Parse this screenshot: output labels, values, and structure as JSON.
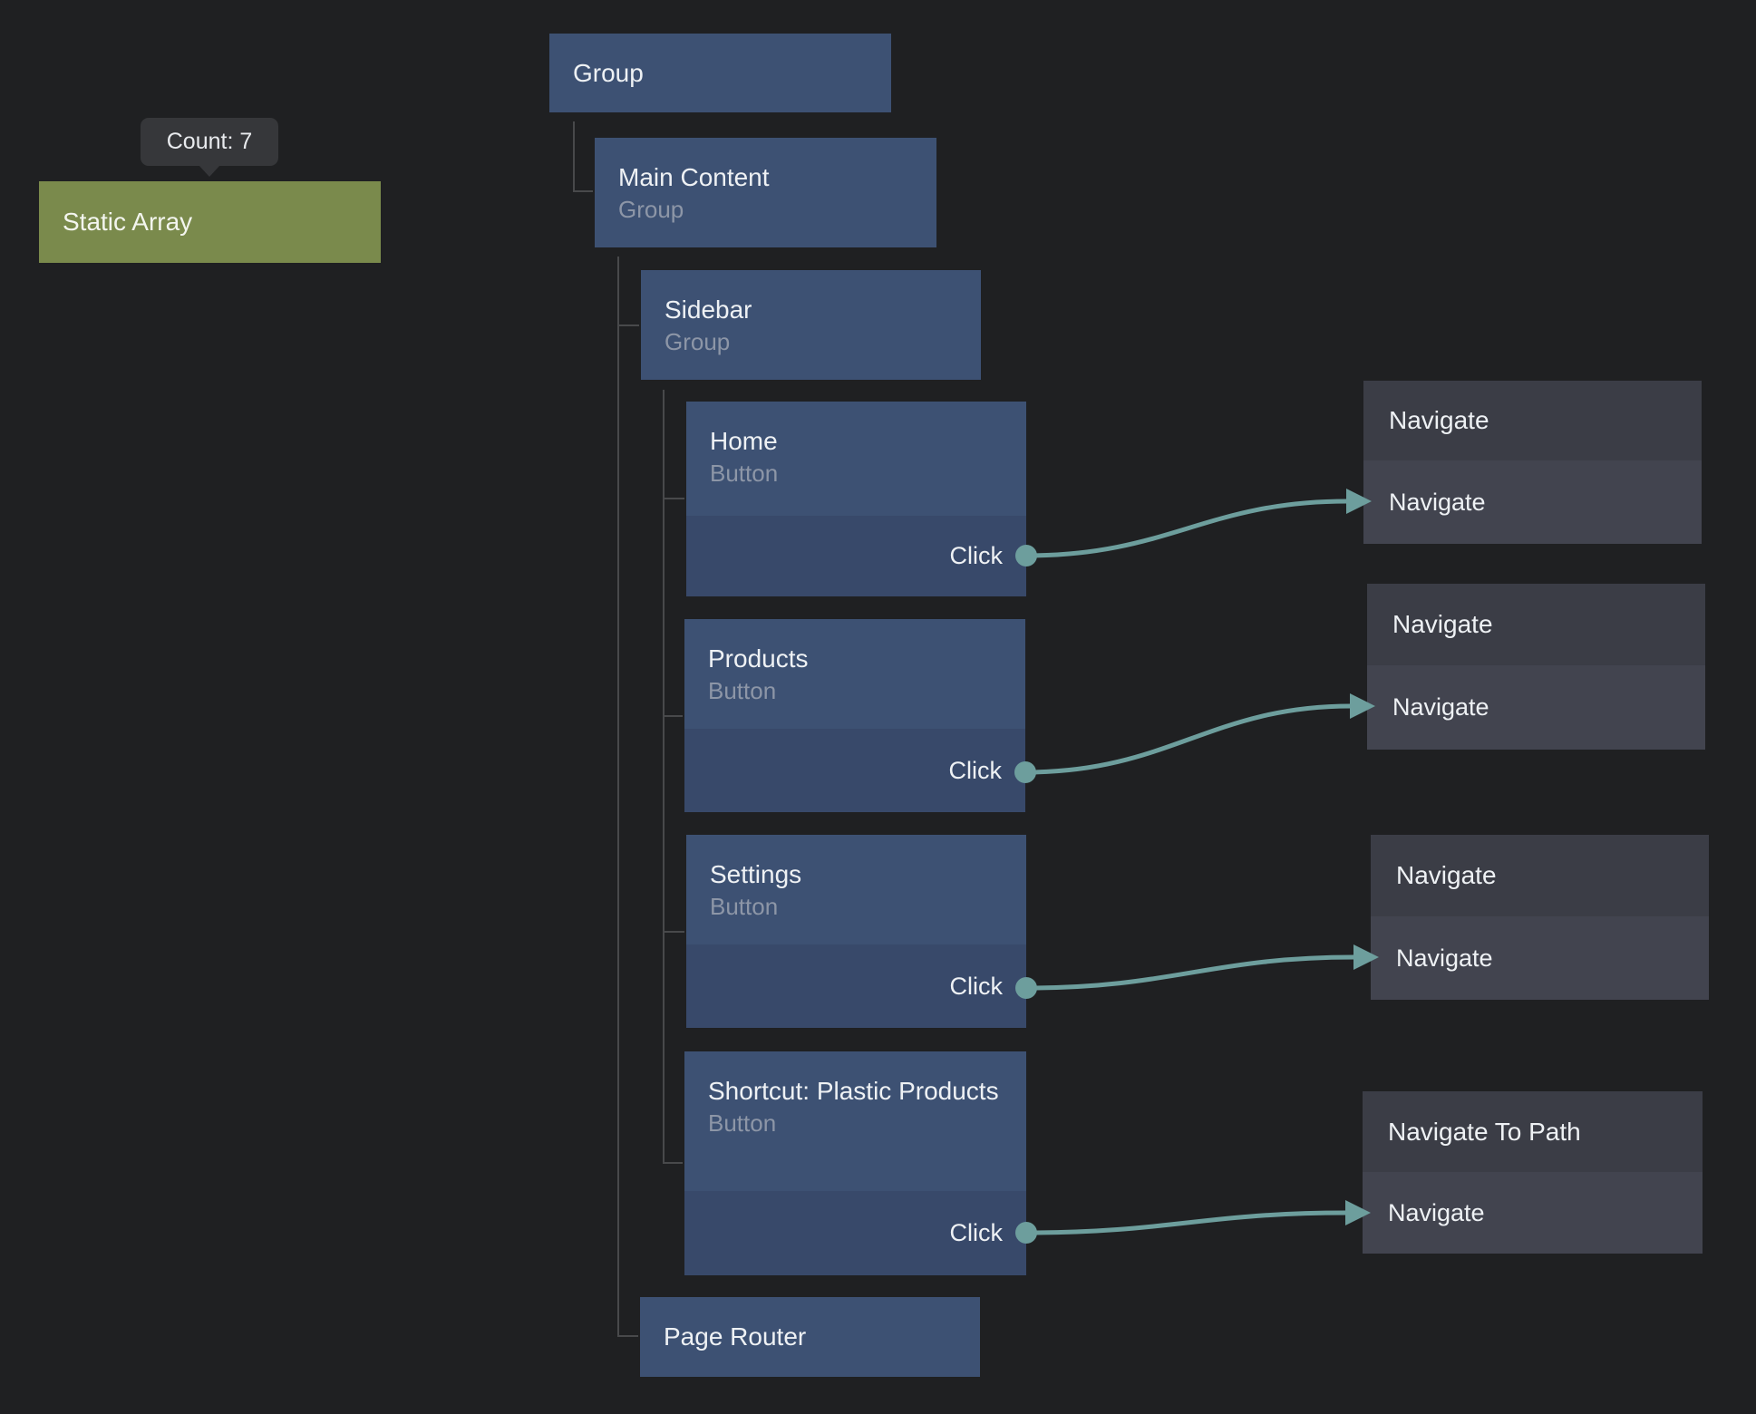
{
  "colors": {
    "background": "#1f2022",
    "node_blue_header": "#3d5173",
    "node_blue_body": "#38496a",
    "node_gray_header": "#3b3d46",
    "node_gray_body": "#42444f",
    "node_olive": "#7a8a4c",
    "wire": "#6d9e9d",
    "rail": "#48494b",
    "tooltip_bg": "#36373a",
    "title_text": "#eef1f4",
    "subtitle_text": "#8d96a7"
  },
  "tooltip": {
    "label": "Count: 7"
  },
  "graph": {
    "static_array": {
      "title": "Static Array"
    },
    "group": {
      "title": "Group"
    },
    "main_content": {
      "title": "Main Content",
      "subtitle": "Group"
    },
    "sidebar": {
      "title": "Sidebar",
      "subtitle": "Group"
    },
    "home": {
      "title": "Home",
      "subtitle": "Button",
      "output_port": "Click"
    },
    "products": {
      "title": "Products",
      "subtitle": "Button",
      "output_port": "Click"
    },
    "settings": {
      "title": "Settings",
      "subtitle": "Button",
      "output_port": "Click"
    },
    "shortcut": {
      "title": "Shortcut: Plastic Products",
      "subtitle": "Button",
      "output_port": "Click"
    },
    "page_router": {
      "title": "Page Router"
    },
    "navigate_1": {
      "title": "Navigate",
      "input_port": "Navigate"
    },
    "navigate_2": {
      "title": "Navigate",
      "input_port": "Navigate"
    },
    "navigate_3": {
      "title": "Navigate",
      "input_port": "Navigate"
    },
    "navigate_to_path": {
      "title": "Navigate To Path",
      "input_port": "Navigate"
    }
  },
  "connections": [
    {
      "from": "home.Click",
      "to": "navigate_1.Navigate"
    },
    {
      "from": "products.Click",
      "to": "navigate_2.Navigate"
    },
    {
      "from": "settings.Click",
      "to": "navigate_3.Navigate"
    },
    {
      "from": "shortcut.Click",
      "to": "navigate_to_path.Navigate"
    }
  ]
}
